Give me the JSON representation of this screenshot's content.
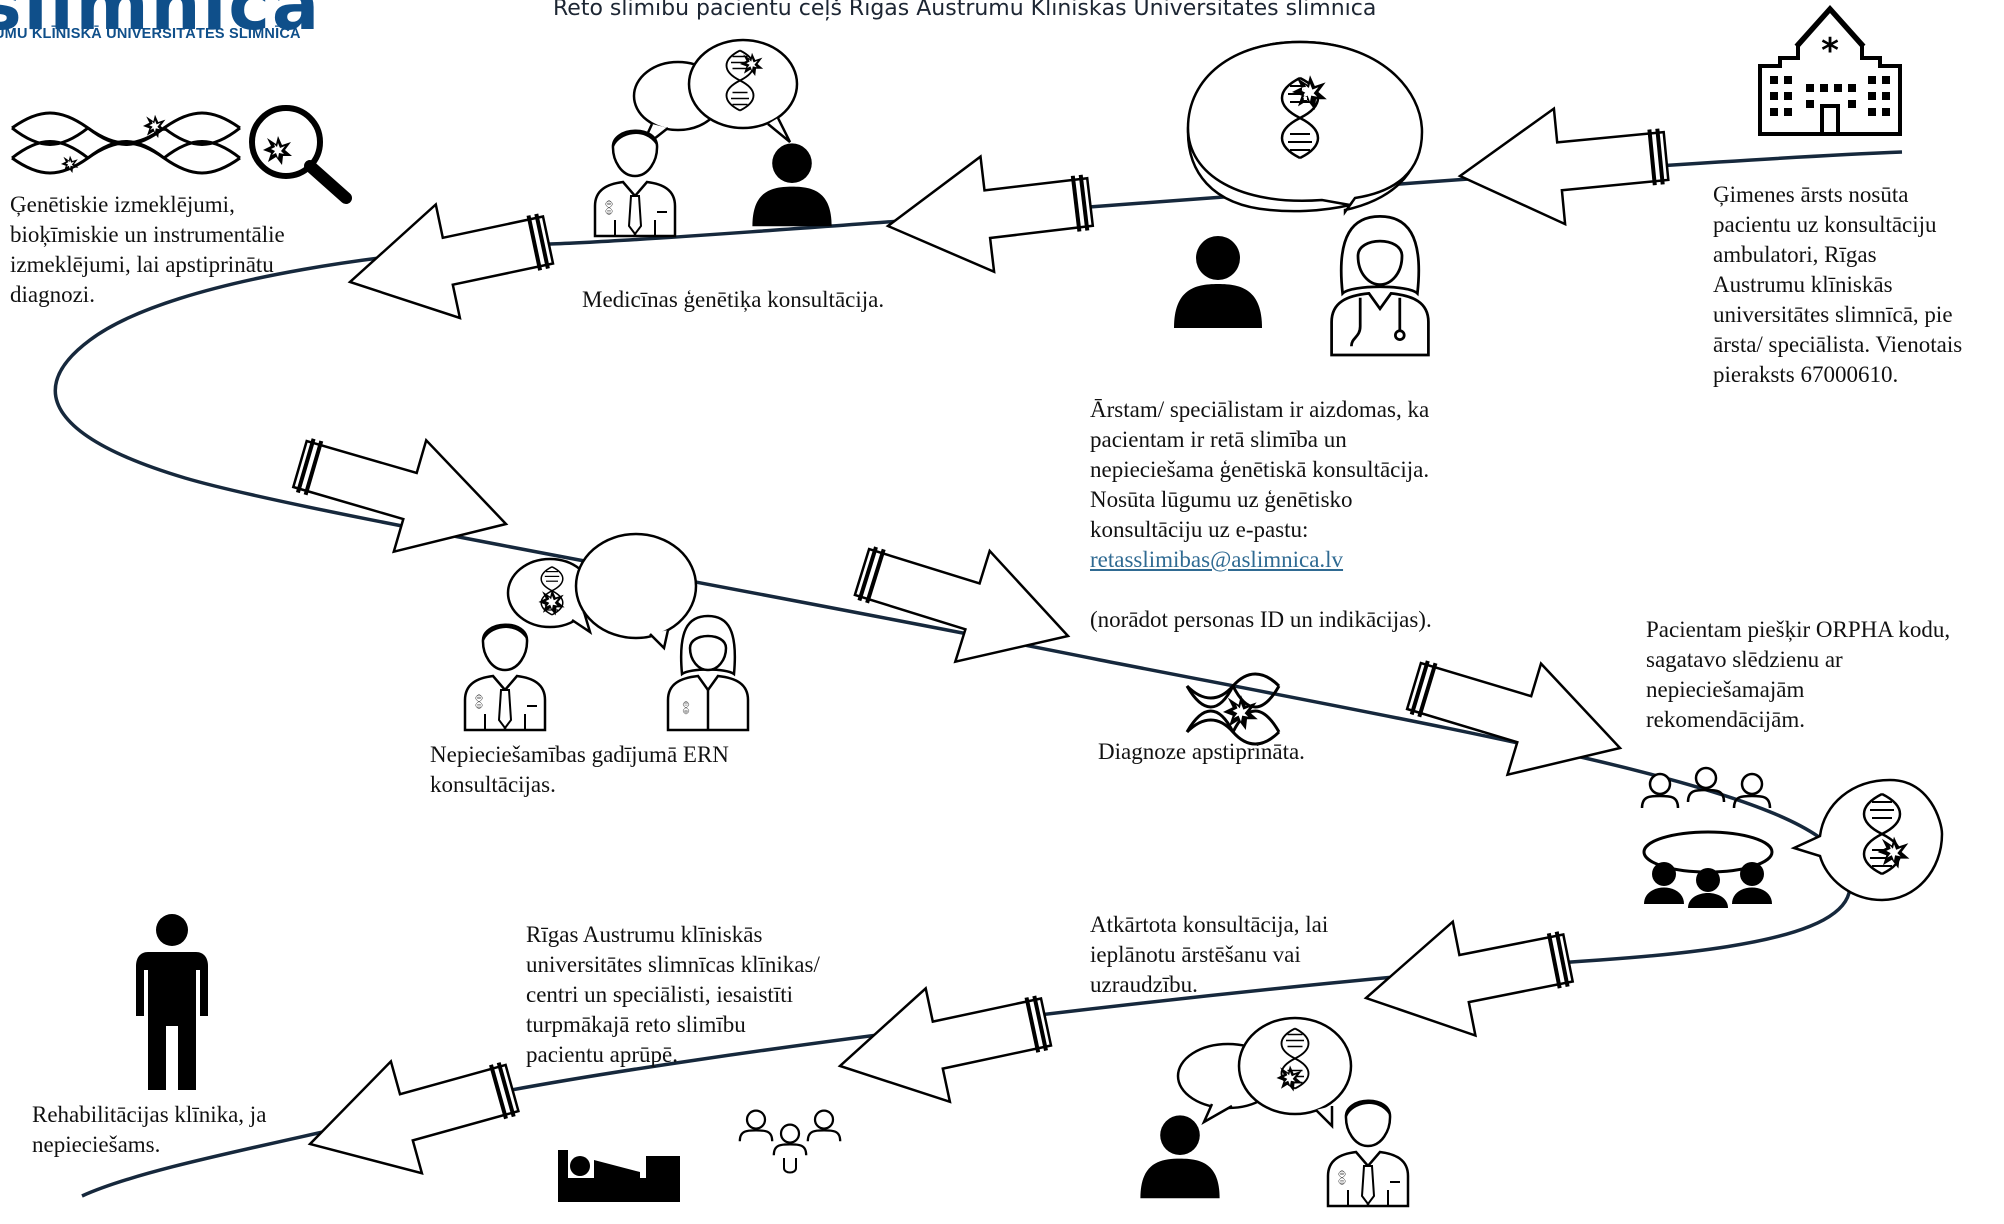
{
  "header": {
    "logo_text": "slimnīca",
    "logo_subtitle": "UMU KLĪNISKĀ UNIVERSITĀTES SLIMNĪCA",
    "title": "Reto slimību pacientu ceļš Rīgas Austrumu Klīniskās Universitātes slimnīcā"
  },
  "colors": {
    "path_line": "#16283c",
    "icon": "#000000",
    "link": "#2f6a92",
    "logo": "#0f4f8a"
  },
  "steps": {
    "family_doctor": "Ģimenes ārsts nosūta\npacientu uz konsultāciju\nambulatori, Rīgas\nAustrumu klīniskās\nuniversitātes slimnīcā, pie\nārsta/ speciālista. Vienotais\npieraksts 67000610.",
    "specialist_part1": "Ārstam/ speciālistam ir aizdomas, ka\npacientam ir retā slimība un\nnepieciešama ģenētiskā konsultācija.\nNosūta lūgumu uz ģenētisko\nkonsultāciju uz e-pastu:",
    "specialist_email": "retasslimibas@aslimnica.lv",
    "specialist_part2": "(norādot personas ID un indikācijas).",
    "genetics_consult": "Medicīnas ģenētiķa konsultācija.",
    "investigations": "Ģenētiskie izmeklējumi,\nbioķīmiskie un instrumentālie\nizmeklējumi, lai apstiprinātu\ndiagnozi.",
    "ern": "Nepieciešamības gadījumā ERN\nkonsultācijas.",
    "diagnosis": "Diagnoze apstiprināta.",
    "orpha": "Pacientam piešķir ORPHA kodu,\nsagatavo slēdzienu ar\nnepieciešamajām\nrekomendācijām.",
    "repeat_consult": "Atkārtota konsultācija, lai\nieplānotu ārstēšanu vai\nuzraudzību.",
    "clinics": "Rīgas Austrumu klīniskās\nuniversitātes slimnīcas klīnikas/\ncentri un speciālisti, iesaistīti\nturpmākajā reto slimību\npacientu aprūpē.",
    "rehab": "Rehabilitācijas klīnika, ja\nnepieciešams."
  },
  "icons": [
    "hospital-icon",
    "dna-question-speech-icon",
    "patient-silhouette-icon",
    "female-doctor-icon",
    "dna-magnifier-icon",
    "doctor-patient-speech-icon",
    "doctors-consultation-icon",
    "dna-mutation-icon",
    "team-meeting-icon",
    "dna-speech-icon",
    "patient-doctor-speech-icon",
    "care-team-icon",
    "hospital-bed-icon",
    "standing-person-icon"
  ]
}
